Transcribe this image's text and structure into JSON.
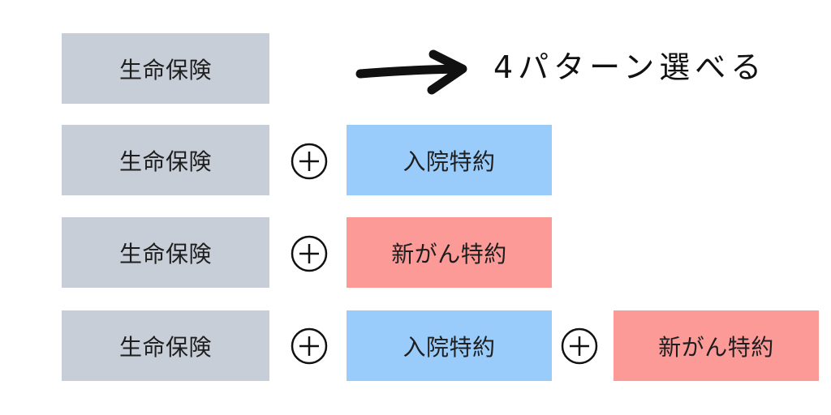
{
  "colors": {
    "life_insurance_fill": "#c7ced8",
    "hospital_rider_fill": "#99cbfb",
    "cancer_rider_fill": "#fc9a98",
    "text": "#1e1e1e",
    "stroke": "#111111"
  },
  "headline": {
    "text": "4パターン選べる",
    "arrow_icon": "arrow-right-icon"
  },
  "plus_icon": "circled-plus-icon",
  "patterns": [
    {
      "life": "生命保険"
    },
    {
      "life": "生命保険",
      "rider1": "入院特約"
    },
    {
      "life": "生命保険",
      "rider1": "新がん特約"
    },
    {
      "life": "生命保険",
      "rider1": "入院特約",
      "rider2": "新がん特約"
    }
  ]
}
